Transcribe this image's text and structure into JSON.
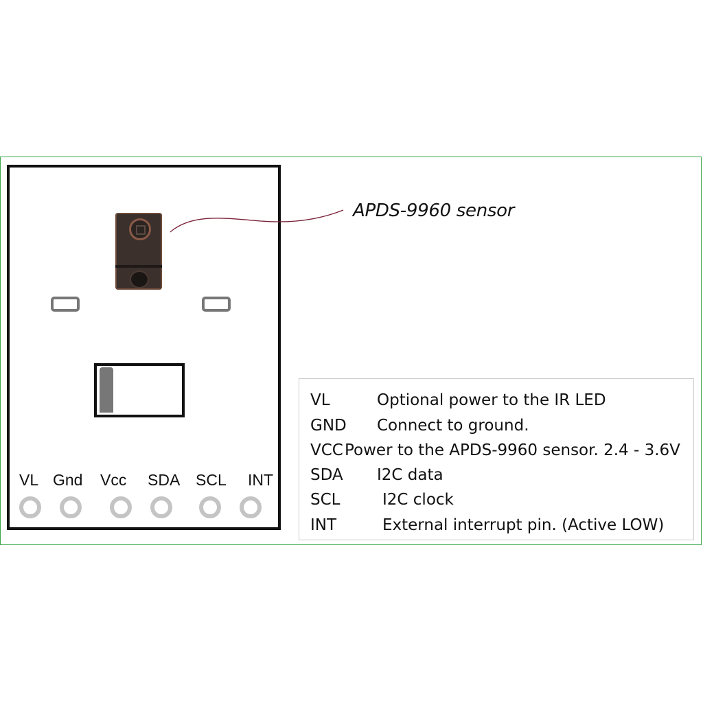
{
  "callout_label": "APDS-9960 sensor",
  "pins": [
    "VL",
    "Gnd",
    "Vcc",
    "SDA",
    "SCL",
    "INT"
  ],
  "pin_table": [
    {
      "pin": "VL",
      "description": "Optional power to the IR LED"
    },
    {
      "pin": "GND",
      "description": "Connect to ground."
    },
    {
      "pin": "VCC",
      "description": "Power to the APDS-9960 sensor. 2.4 - 3.6V"
    },
    {
      "pin": "SDA",
      "description": "I2C data"
    },
    {
      "pin": "SCL",
      "description": "I2C clock"
    },
    {
      "pin": "INT",
      "description": "External interrupt pin. (Active LOW)"
    }
  ],
  "colors": {
    "frame": "#3aa64a",
    "lead_line": "#7a2038",
    "pad": "#777777",
    "pin_ring": "#c4c4c4"
  }
}
